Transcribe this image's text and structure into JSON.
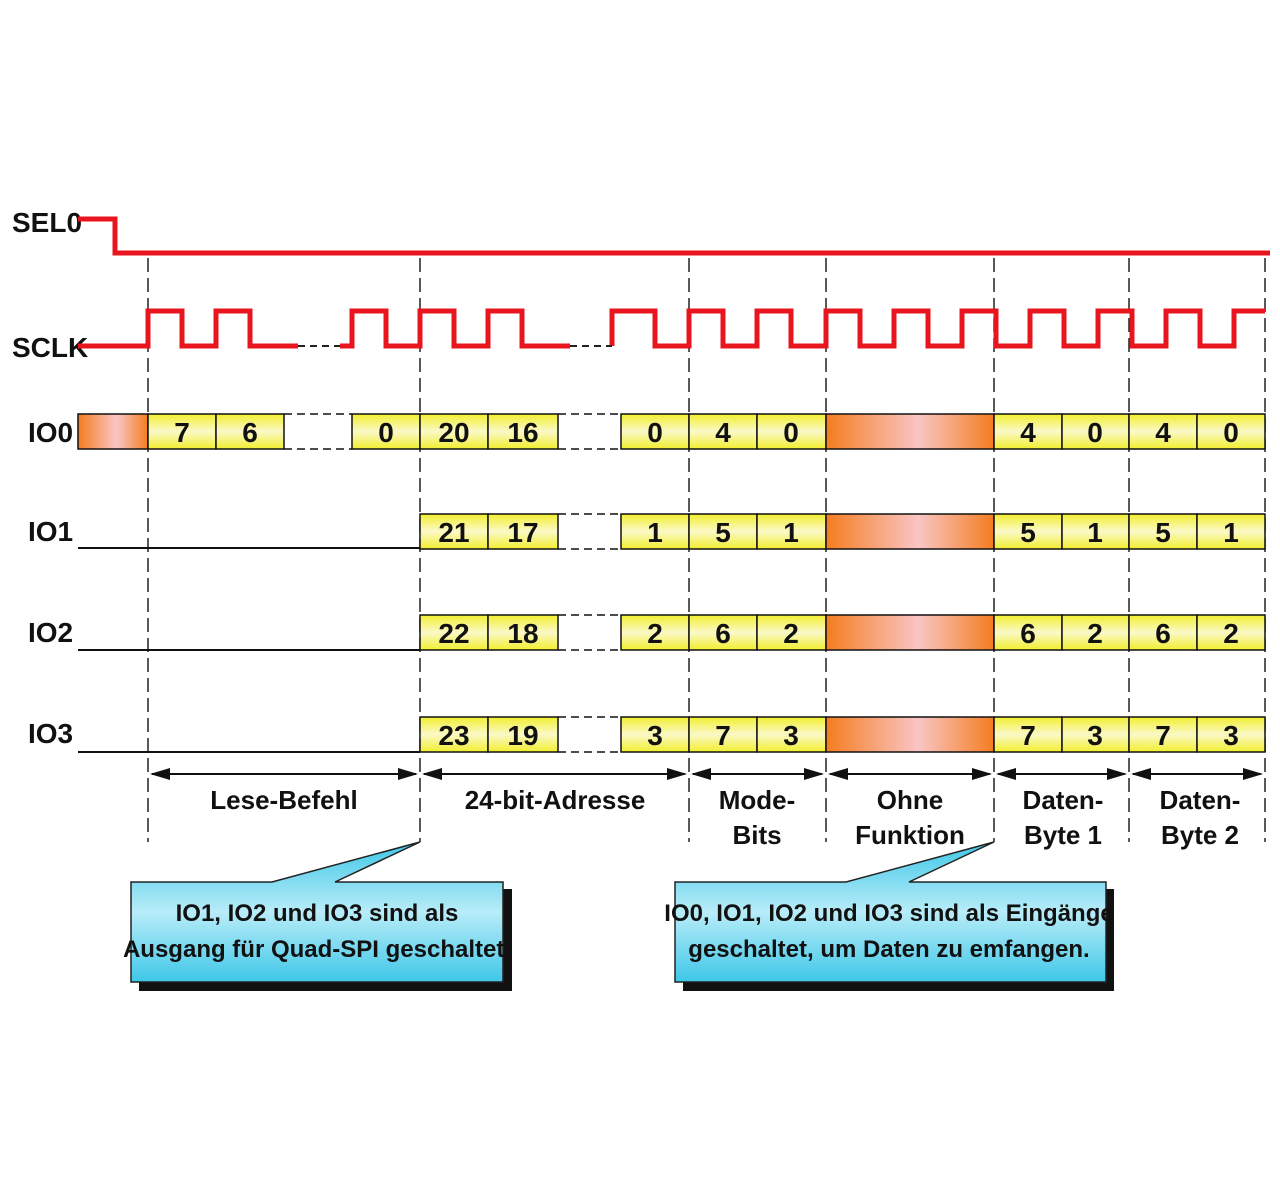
{
  "colors": {
    "signal_red": "#e8141e",
    "cell_yellow": "#f2ee2e",
    "cell_yellow_light": "#fbf9c8",
    "hatched_orange": "#f47d20",
    "hatched_pink": "#f9c5c5",
    "callout_cyan": "#3fc7e8",
    "callout_cyan_light": "#b8ecf8"
  },
  "signals": {
    "sel": "SEL0",
    "sclk": "SCLK",
    "io0": "IO0",
    "io1": "IO1",
    "io2": "IO2",
    "io3": "IO3"
  },
  "cells": {
    "io0": [
      "7",
      "6",
      "0",
      "20",
      "16",
      "0",
      "4",
      "0",
      "4",
      "0",
      "4",
      "0"
    ],
    "io1": [
      "21",
      "17",
      "1",
      "5",
      "1",
      "5",
      "1",
      "5",
      "1"
    ],
    "io2": [
      "22",
      "18",
      "2",
      "6",
      "2",
      "6",
      "2",
      "6",
      "2"
    ],
    "io3": [
      "23",
      "19",
      "3",
      "7",
      "3",
      "7",
      "3",
      "7",
      "3"
    ]
  },
  "sections": {
    "command": "Lese-Befehl",
    "address": "24-bit-Adresse",
    "mode_1": "Mode-",
    "mode_2": "Bits",
    "dummy_1": "Ohne",
    "dummy_2": "Funktion",
    "data1_1": "Daten-",
    "data1_2": "Byte 1",
    "data2_1": "Daten-",
    "data2_2": "Byte 2"
  },
  "callouts": {
    "output_1": "IO1, IO2 und IO3 sind als",
    "output_2": "Ausgang für Quad-SPI geschaltet.",
    "input_1": "IO0, IO1, IO2 und IO3 sind als Eingänge",
    "input_2": "geschaltet, um Daten zu emfangen."
  }
}
